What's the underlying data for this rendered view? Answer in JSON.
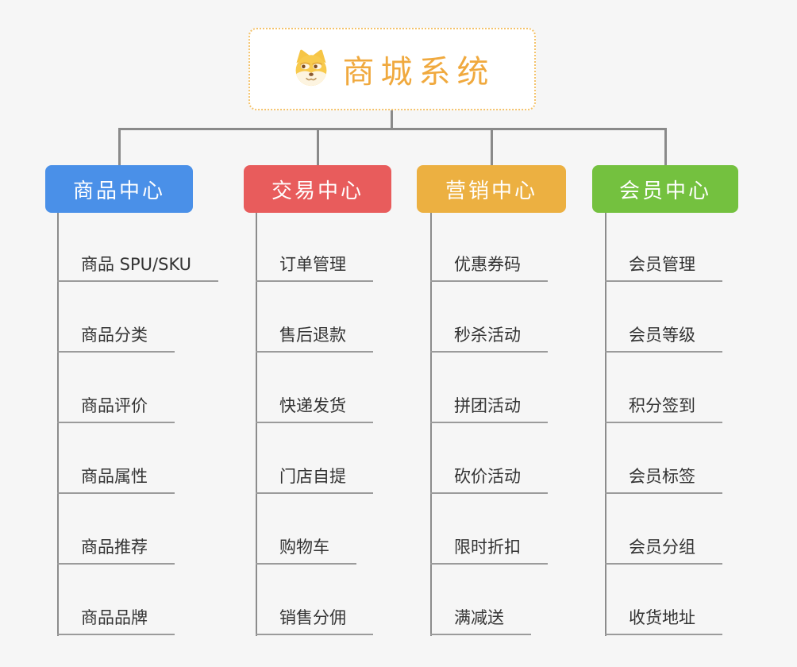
{
  "root": {
    "title": "商城系统",
    "icon": "dog-face-icon"
  },
  "branches": [
    {
      "label": "商品中心",
      "color": "#4a90e8",
      "items": [
        "商品 SPU/SKU",
        "商品分类",
        "商品评价",
        "商品属性",
        "商品推荐",
        "商品品牌"
      ]
    },
    {
      "label": "交易中心",
      "color": "#e85c5c",
      "items": [
        "订单管理",
        "售后退款",
        "快递发货",
        "门店自提",
        "购物车",
        "销售分佣"
      ]
    },
    {
      "label": "营销中心",
      "color": "#ecb041",
      "items": [
        "优惠券码",
        "秒杀活动",
        "拼团活动",
        "砍价活动",
        "限时折扣",
        "满减送"
      ]
    },
    {
      "label": "会员中心",
      "color": "#74c13f",
      "items": [
        "会员管理",
        "会员等级",
        "积分签到",
        "会员标签",
        "会员分组",
        "收货地址"
      ]
    }
  ],
  "colors": {
    "background": "#f6f6f6",
    "root_border": "#f4c36c",
    "root_text": "#f0a93e",
    "connector": "#8a8a8a",
    "underline": "#9b9b9b",
    "leaf_text": "#333333"
  }
}
